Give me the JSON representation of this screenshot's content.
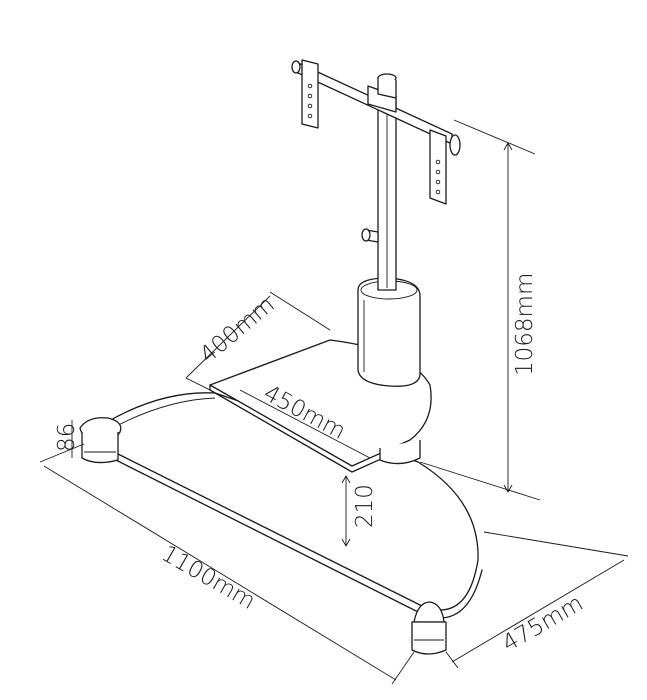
{
  "diagram": {
    "dimensions": {
      "depth_top": "400mm",
      "shelf_width": "450mm",
      "height_total": "1068mm",
      "foot_height": "86",
      "shelf_clearance": "210",
      "width_base": "1100mm",
      "depth_base": "475mm"
    },
    "colors": {
      "line": "#1a1a1a",
      "background": "#ffffff"
    }
  }
}
